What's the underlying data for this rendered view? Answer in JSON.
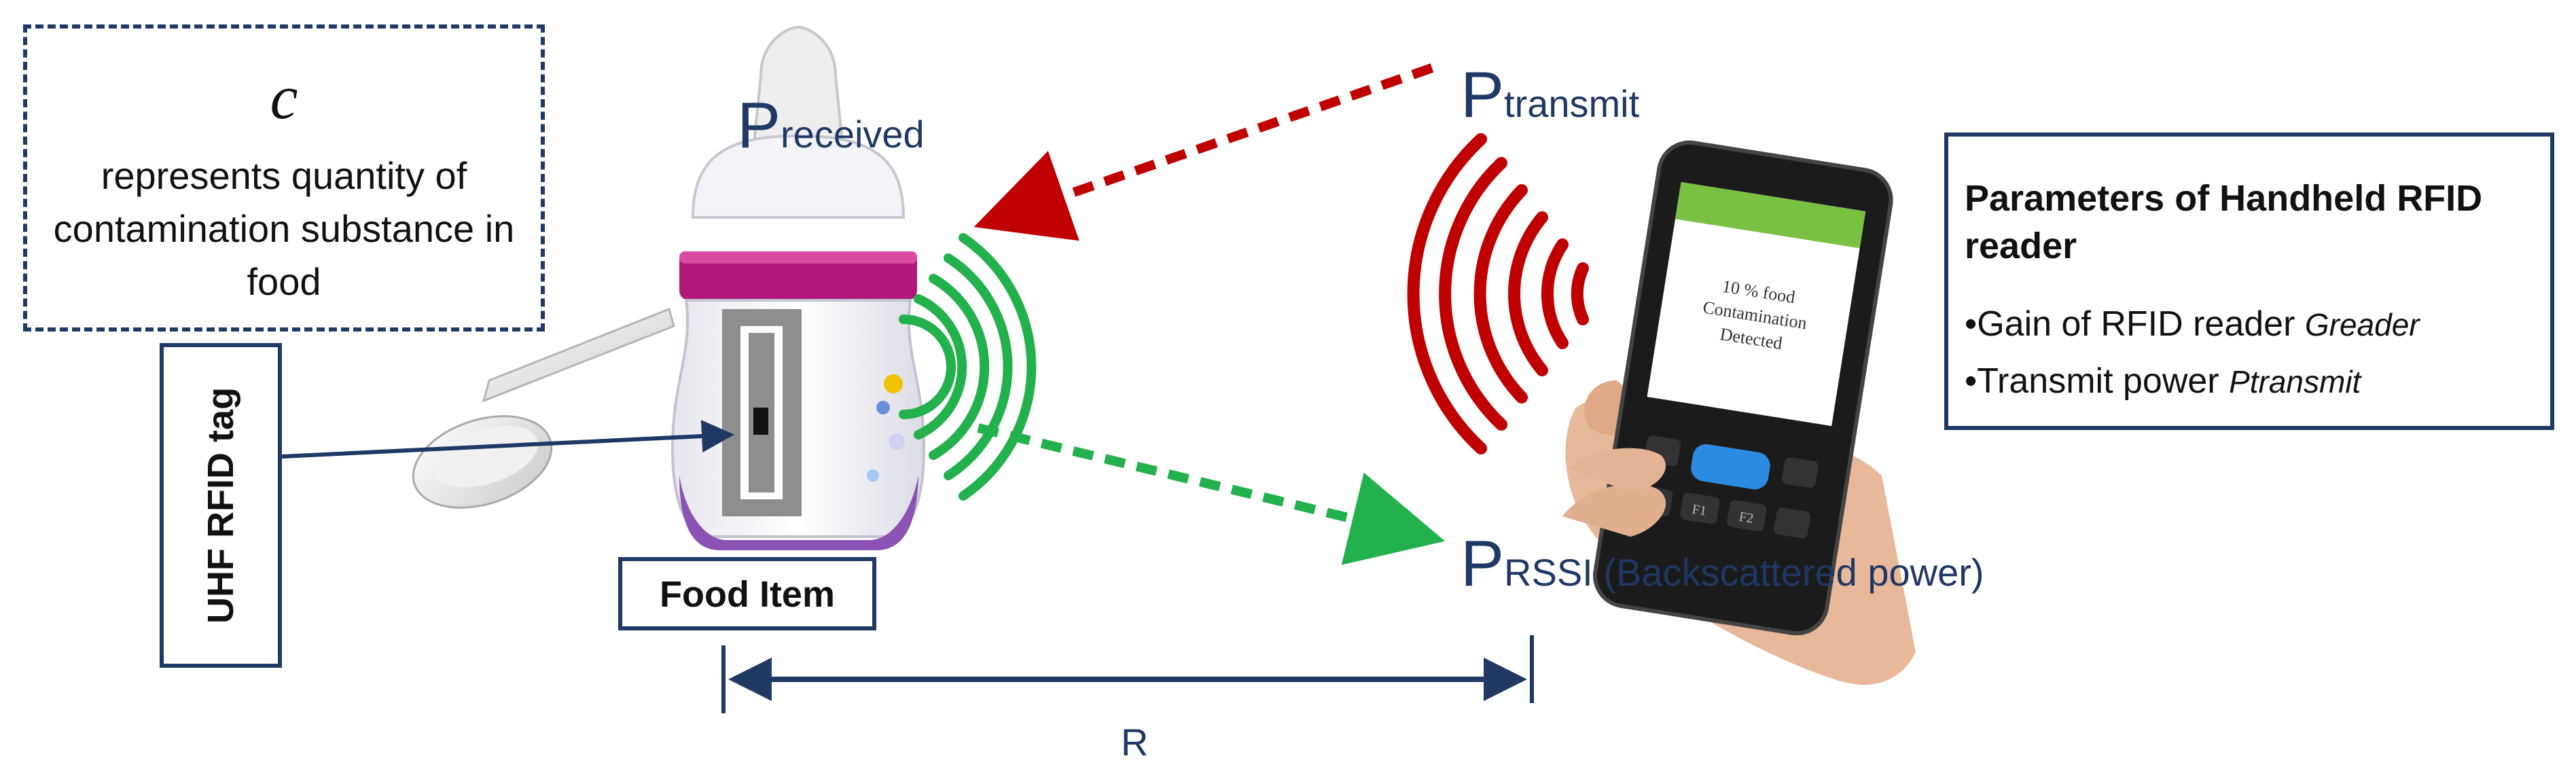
{
  "contamination_box": {
    "symbol": "c",
    "description": "represents quantity of contamination substance in food"
  },
  "tag_label": "UHF RFID tag",
  "food_item_label": "Food Item",
  "power_labels": {
    "received": {
      "main": "P",
      "sub": "received"
    },
    "transmit": {
      "main": "P",
      "sub": "transmit"
    },
    "rssi": {
      "main": "P",
      "sub": "RSSI (Backscattered power)"
    }
  },
  "distance_label": "R",
  "reader_screen": {
    "line1": "10 % food",
    "line2": "Contamination",
    "line3": "Detected"
  },
  "reader_keys": [
    "F1",
    "F2"
  ],
  "parameters": {
    "title": "Parameters of Handheld RFID reader",
    "items": [
      {
        "bullet": "•",
        "text": "Gain of RFID reader ",
        "symbol": "Greader"
      },
      {
        "bullet": "•",
        "text": "Transmit power ",
        "symbol": "Ptransmit"
      }
    ]
  },
  "colors": {
    "frame": "#1f3864",
    "transmit_wave": "#c00000",
    "backscatter_wave": "#22b14c",
    "bottle_cap": "#b0197a"
  }
}
